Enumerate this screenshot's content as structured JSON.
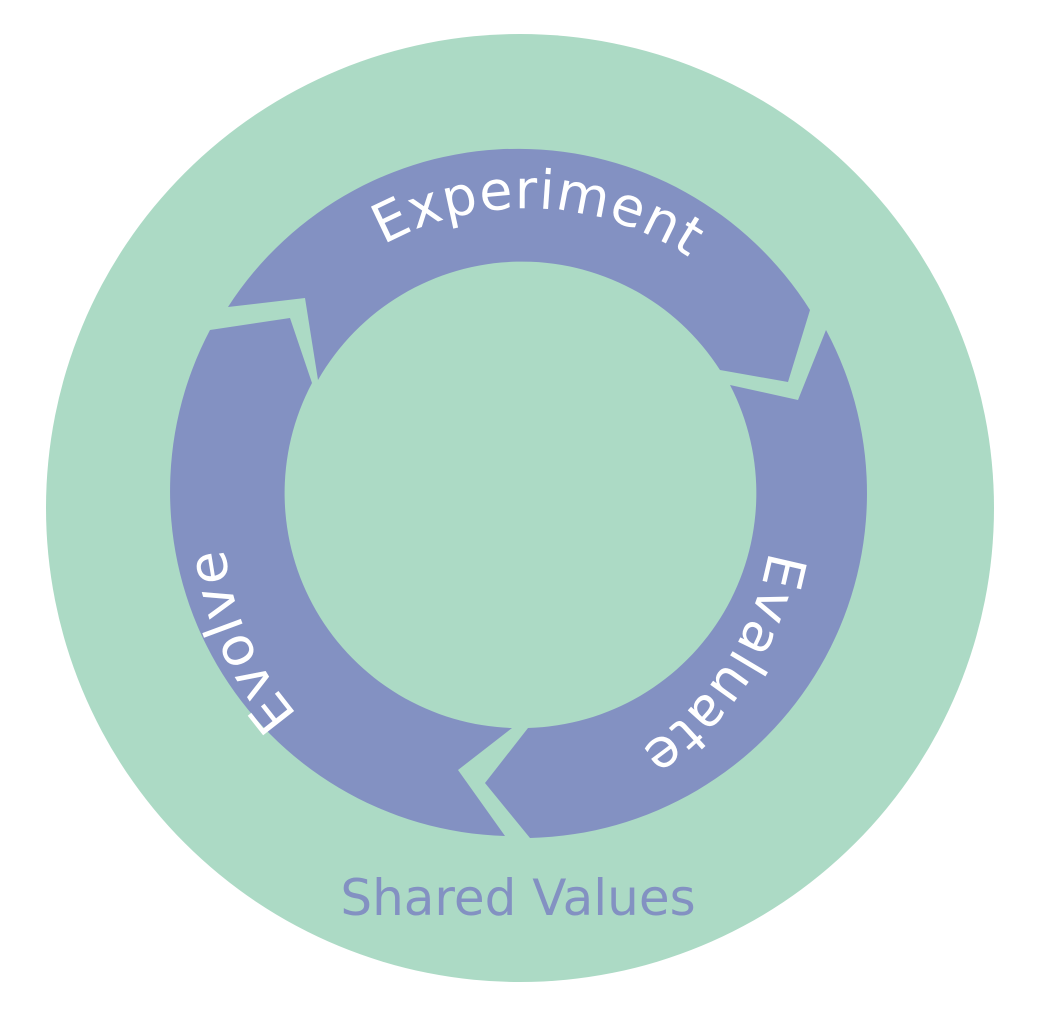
{
  "outer_label": "Shared Values",
  "segments": [
    {
      "label": "Experiment"
    },
    {
      "label": "Evaluate"
    },
    {
      "label": "Evolve"
    }
  ],
  "colors": {
    "outer_circle": "#acdac5",
    "ring": "#8391c2",
    "segment_text": "#ffffff",
    "outer_label": "#8391c2",
    "background": "#ffffff"
  }
}
